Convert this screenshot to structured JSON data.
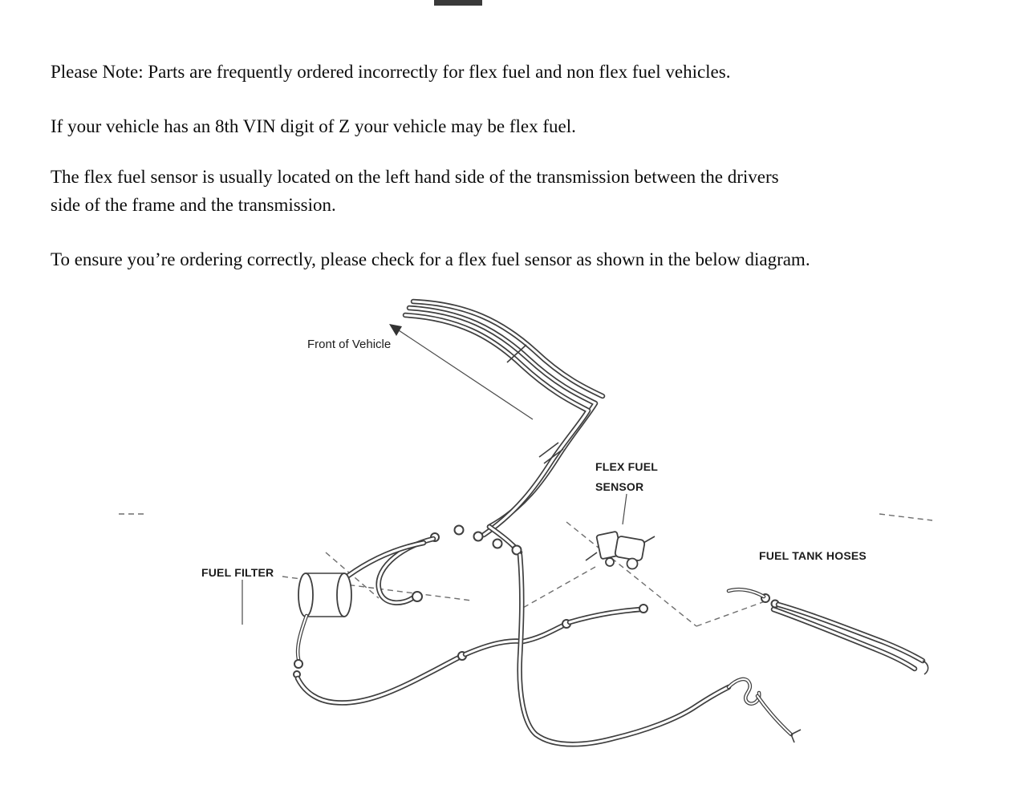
{
  "colors": {
    "text": "#0d0d0d",
    "diagram_line": "#3f3f3f",
    "dashed_line": "#6e6e6e"
  },
  "notes": {
    "para1": "Please Note: Parts are frequently ordered incorrectly for flex fuel and non flex fuel vehicles.",
    "para2": "If your vehicle has an 8th VIN digit of Z your vehicle may be flex fuel.",
    "para3_line1": "The flex fuel sensor is usually located on the left hand side of the transmission between the drivers",
    "para3_line2": "side of the frame and the transmission.",
    "para4": "To ensure you’re ordering correctly, please check for a flex fuel sensor as shown in the below diagram."
  },
  "diagram": {
    "labels": {
      "front_of_vehicle": "Front of Vehicle",
      "flex_fuel_line1": "FLEX FUEL",
      "flex_fuel_line2": "SENSOR",
      "fuel_filter": "FUEL FILTER",
      "fuel_tank_hoses": "FUEL TANK HOSES"
    }
  }
}
